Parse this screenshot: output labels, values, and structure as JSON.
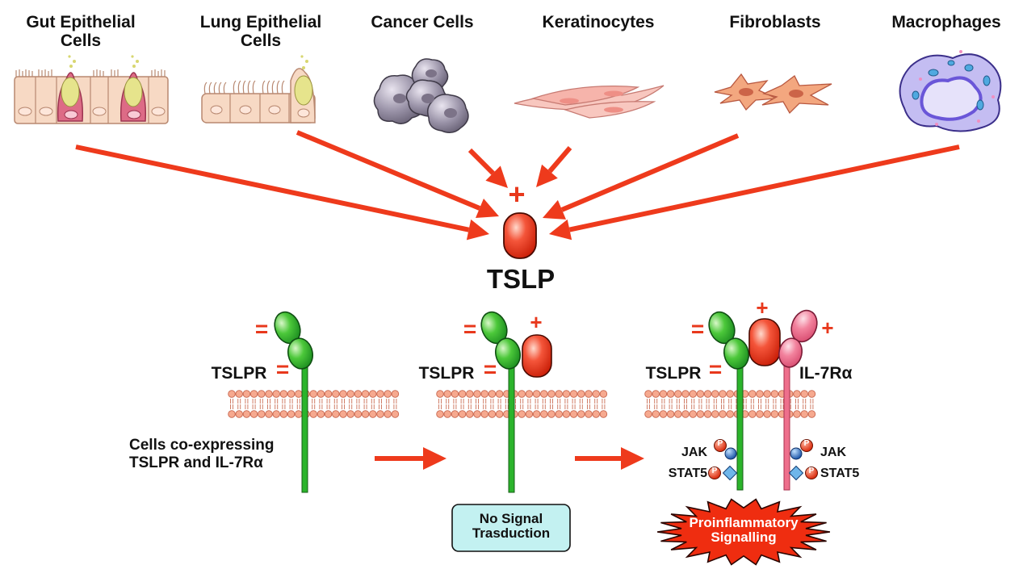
{
  "sources": [
    {
      "id": "gut",
      "label": "Gut  Epithelial\nCells"
    },
    {
      "id": "lung",
      "label": "Lung  Epithelial\nCells"
    },
    {
      "id": "cancer",
      "label": "Cancer  Cells"
    },
    {
      "id": "kera",
      "label": "Keratinocytes"
    },
    {
      "id": "fibro",
      "label": "Fibroblasts"
    },
    {
      "id": "macro",
      "label": "Macrophages"
    }
  ],
  "cytokine": {
    "label": "TSLP",
    "charge": "+"
  },
  "receptors": {
    "tslpr_label": "TSLPR",
    "il7r_label": "IL-7Rα",
    "negative_charge": "=",
    "positive_charge": "+"
  },
  "coexpress_note": "Cells  co-expressing\nTSLPR  and  IL-7Rα",
  "signaling": {
    "jak": "JAK",
    "stat5": "STAT5",
    "p": "P"
  },
  "no_signal_box": "No  Signal\nTrasduction",
  "burst_text": "Proinflammatory\nSignalling",
  "colors": {
    "arrow": "#ee3a1c",
    "tslp": "#ea2a10",
    "tslpr": "#2bb42b",
    "il7r": "#ee6f8c",
    "membrane": "#f6a98f",
    "box": "#c3f1f1",
    "burst": "#ef2d10"
  }
}
